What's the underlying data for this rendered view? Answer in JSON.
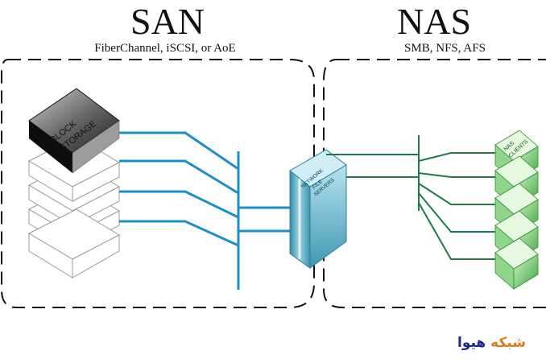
{
  "san": {
    "title": "SAN",
    "protocols": "FiberChannel, iSCSI, or AoE",
    "device_label_line1": "BLOCK",
    "device_label_line2": "STORAGE"
  },
  "nas": {
    "title": "NAS",
    "protocols": "SMB, NFS, AFS",
    "clients_label_line1": "NAS",
    "clients_label_line2": "CLIENTS"
  },
  "server": {
    "label_line1": "NETWORK",
    "label_line2": "FILE",
    "label_line3": "SERVERS"
  },
  "watermark": {
    "word1": "شبکه",
    "word2": "هیوا"
  },
  "colors": {
    "san_links": "#1a8fc8",
    "nas_links": "#1f7a4a",
    "storage_top": "#222222",
    "server": "#5fb6cc",
    "clients": "#5cbf5c"
  }
}
